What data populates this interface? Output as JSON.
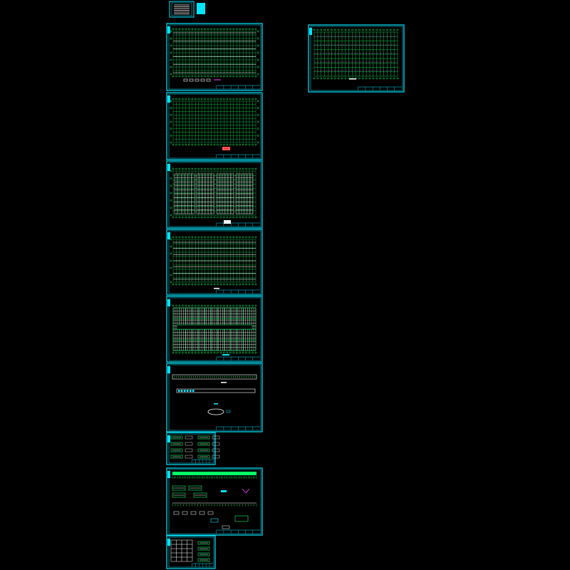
{
  "drawing": {
    "background": "#000000",
    "frame_color": "#00e5ff",
    "grid_color": "#00ff66",
    "detail_color": "#ffffff",
    "accent_red": "#ff2a2a",
    "accent_magenta": "#ff3cff",
    "sheets": [
      {
        "name": "cover-index-sheet",
        "kind": "index"
      },
      {
        "name": "roof-plan-sheet",
        "kind": "roof-plan"
      },
      {
        "name": "column-grid-sheet",
        "kind": "grid-plan"
      },
      {
        "name": "beam-layout-sheet",
        "kind": "white-grid"
      },
      {
        "name": "purlin-layout-sheet",
        "kind": "purlin"
      },
      {
        "name": "bracing-layout-sheet",
        "kind": "dense-grid"
      },
      {
        "name": "elevation-sheet",
        "kind": "elevation"
      },
      {
        "name": "connection-details-sheet",
        "kind": "details"
      },
      {
        "name": "frame-details-sheet",
        "kind": "frame-details"
      },
      {
        "name": "node-details-sheet",
        "kind": "details-small"
      },
      {
        "name": "foundation-plan-sheet",
        "kind": "foundation-plan"
      }
    ]
  }
}
